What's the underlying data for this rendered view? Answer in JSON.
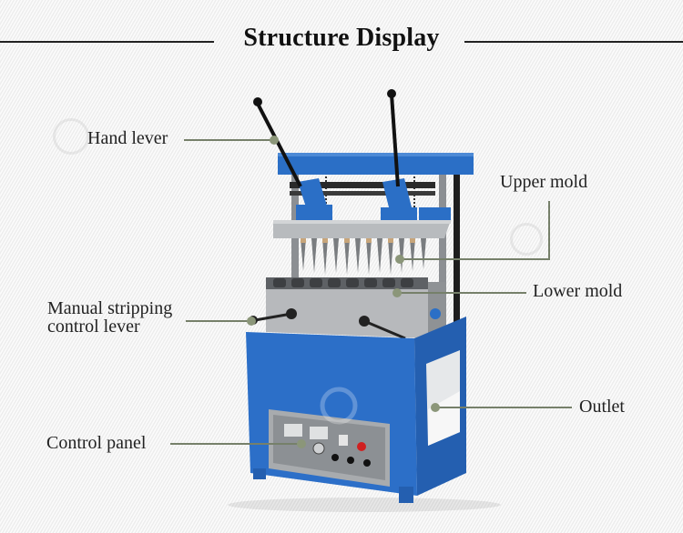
{
  "header": {
    "title": "Structure Display"
  },
  "callouts": [
    {
      "id": "hand-lever",
      "label": "Hand lever"
    },
    {
      "id": "upper-mold",
      "label": "Upper mold"
    },
    {
      "id": "lower-mold",
      "label": "Lower mold"
    },
    {
      "id": "manual-stripping",
      "label_line1": "Manual stripping",
      "label_line2": "control lever"
    },
    {
      "id": "outlet",
      "label": "Outlet"
    },
    {
      "id": "control-panel",
      "label": "Control panel"
    }
  ],
  "colors": {
    "machine_blue": "#2a6fc4",
    "leader_line": "#76806a",
    "steel": "#b9bcbf",
    "title_text": "#111111"
  }
}
